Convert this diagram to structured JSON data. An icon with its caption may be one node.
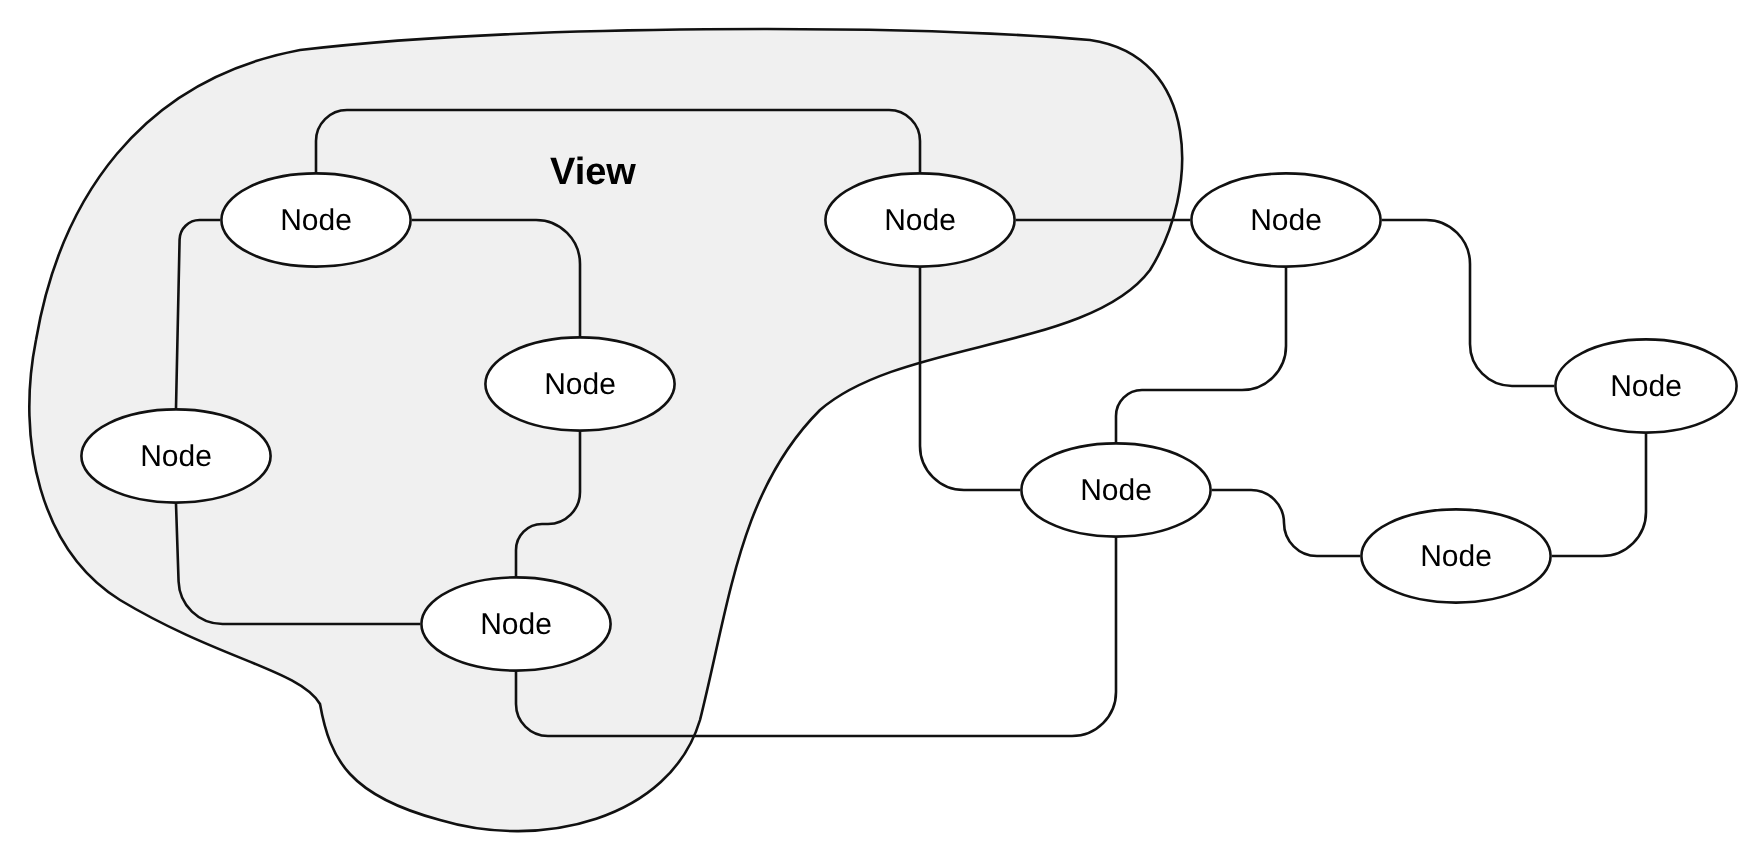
{
  "diagram": {
    "nodes": [
      {
        "text": [
          "View"
        ]
      },
      {
        "text": [
          "Node"
        ],
        "in": 0
      },
      {
        "text": [
          "Node"
        ],
        "in": 0
      },
      {
        "text": [
          "Node"
        ]
      },
      {
        "text": [
          "Node"
        ],
        "in": 0
      },
      {
        "text": [
          "Node"
        ]
      },
      {
        "text": [
          "Node"
        ],
        "in": 0
      },
      {
        "text": [
          "Node"
        ]
      },
      {
        "text": [
          "Node"
        ]
      },
      {
        "text": [
          "Node"
        ],
        "in": 0
      }
    ],
    "edges": [
      {
        "from": 1,
        "to": 2,
        "arrow": "none"
      },
      {
        "from": 1,
        "to": 4,
        "arrow": "none"
      },
      {
        "from": 1,
        "to": 6,
        "arrow": "none"
      },
      {
        "from": 6,
        "to": 9,
        "arrow": "none"
      },
      {
        "from": 4,
        "to": 9,
        "arrow": "none"
      },
      {
        "from": 2,
        "to": 3,
        "arrow": "none"
      },
      {
        "from": 2,
        "to": 7,
        "arrow": "none"
      },
      {
        "from": 3,
        "to": 7,
        "arrow": "none"
      },
      {
        "from": 3,
        "to": 5,
        "arrow": "none"
      },
      {
        "from": 7,
        "to": 8,
        "arrow": "none"
      },
      {
        "from": 8,
        "to": 5,
        "arrow": "none"
      },
      {
        "from": 9,
        "to": 7,
        "arrow": "none"
      }
    ]
  }
}
